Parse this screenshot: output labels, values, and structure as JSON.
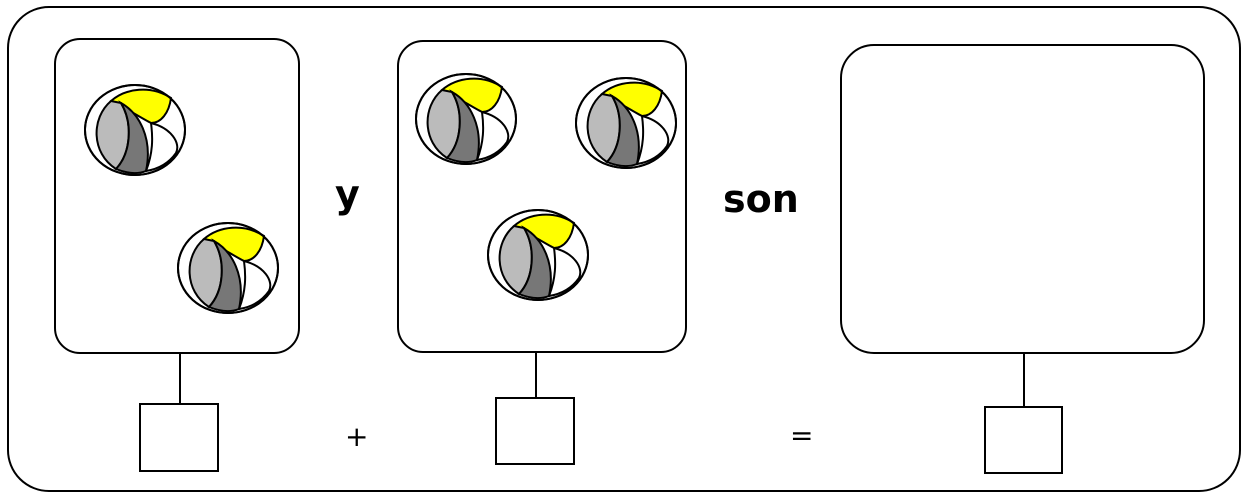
{
  "worksheet": {
    "word_and": "y",
    "word_are": "son",
    "plus_sign": "+",
    "equals_sign": "=",
    "left_group": {
      "ball_count": 2,
      "icon": "beach-ball-icon"
    },
    "middle_group": {
      "ball_count": 3,
      "icon": "beach-ball-icon"
    },
    "answer_group": {
      "ball_count": 0
    },
    "answer_boxes": [
      "",
      "",
      ""
    ],
    "colors": {
      "ball_yellow": "#ffff00",
      "ball_dark": "#777777",
      "ball_light": "#bbbbbb"
    }
  }
}
